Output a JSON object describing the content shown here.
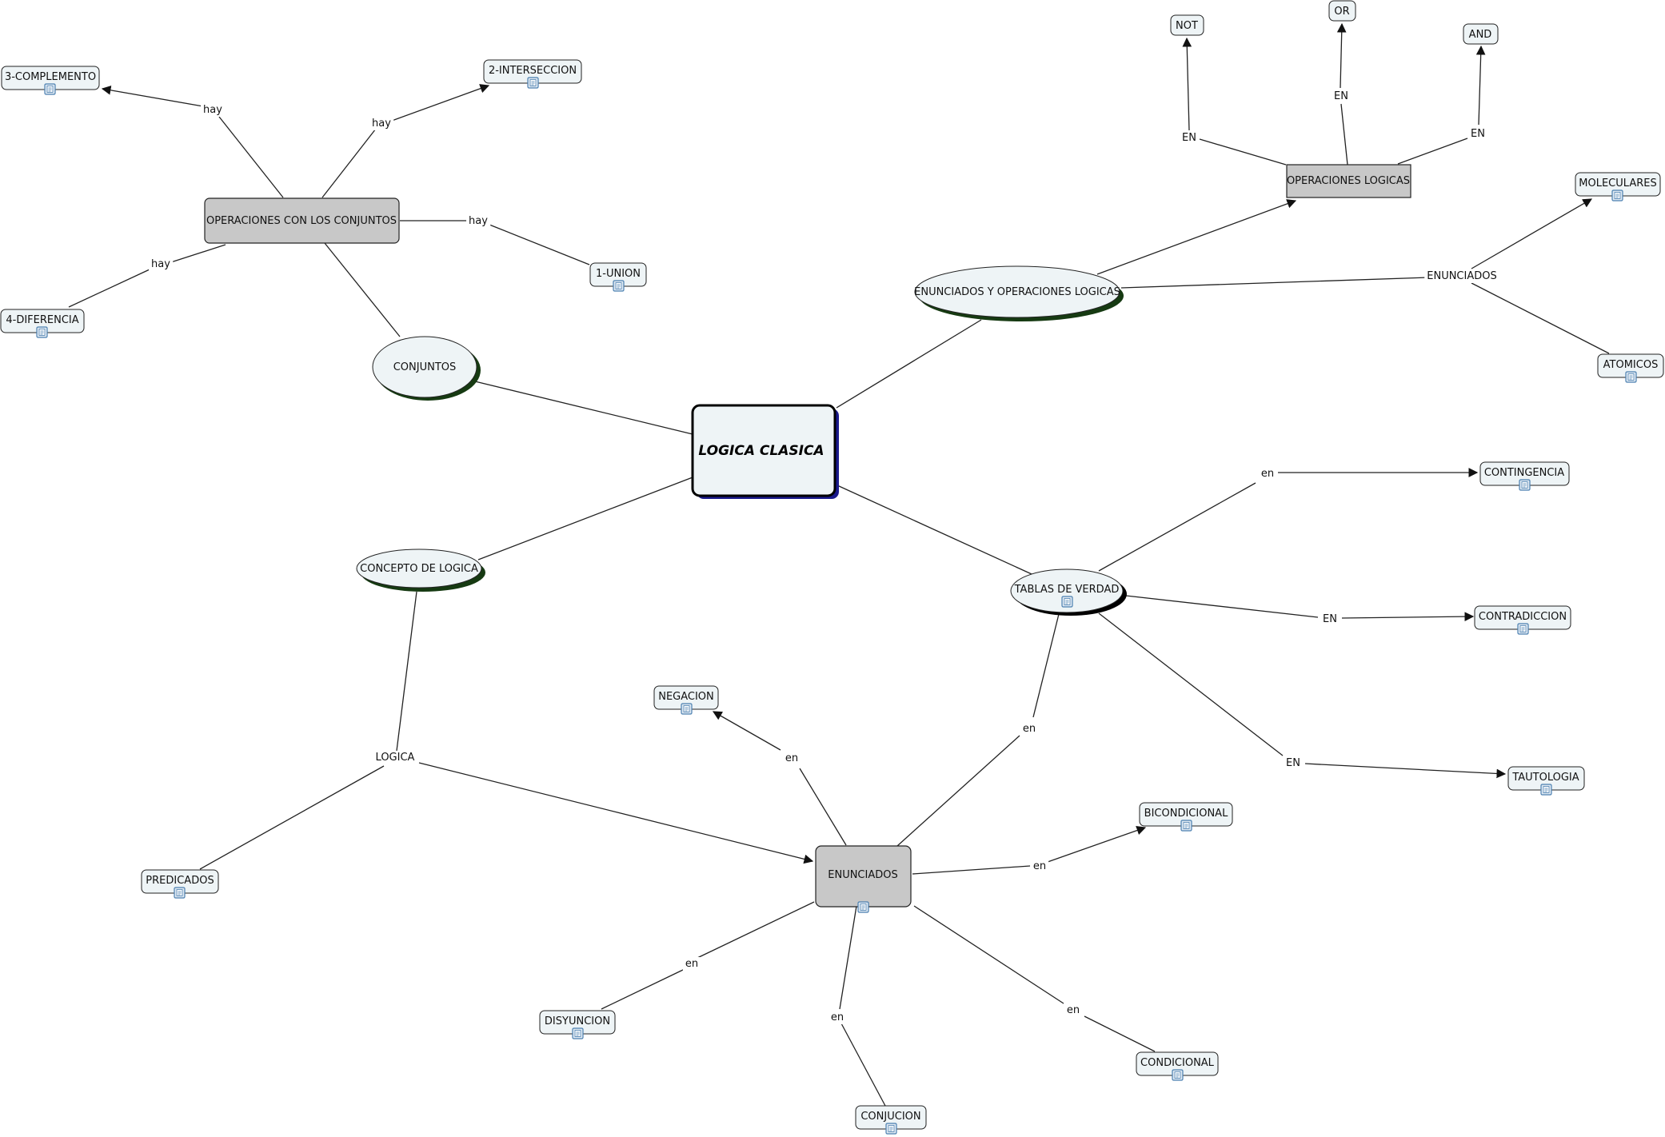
{
  "colors": {
    "node_fill": "#eef4f6",
    "gray_fill": "#c8c8c8",
    "border": "#222222",
    "shadow_green": "#163a12",
    "shadow_blue": "#1a1a8c",
    "line": "#222222",
    "icon": "#4a7fb0"
  },
  "nodes": {
    "logica_clasica": "LOGICA CLASICA",
    "conjuntos": "CONJUNTOS",
    "operaciones_conjuntos": "OPERACIONES CON LOS CONJUNTOS",
    "complemento": "3-COMPLEMENTO",
    "interseccion": "2-INTERSECCION",
    "union": "1-UNION",
    "diferencia": "4-DIFERENCIA",
    "enunciados_operaciones": "ENUNCIADOS Y OPERACIONES LOGICAS",
    "operaciones_logicas": "OPERACIONES LOGICAS",
    "not": "NOT",
    "or": "OR",
    "and": "AND",
    "moleculares": "MOLECULARES",
    "atomicos": "ATOMICOS",
    "concepto_logica": "CONCEPTO DE LOGICA",
    "predicados": "PREDICADOS",
    "enunciados": "ENUNCIADOS",
    "negacion": "NEGACION",
    "bicondicional": "BICONDICIONAL",
    "disyuncion": "DISYUNCION",
    "conjucion": "CONJUCION",
    "condicional": "CONDICIONAL",
    "tablas_verdad": "TABLAS DE VERDAD",
    "contingencia": "CONTINGENCIA",
    "contradiccion": "CONTRADICCION",
    "tautologia": "TAUTOLOGIA"
  },
  "links": {
    "hay_complemento": "hay",
    "hay_interseccion": "hay",
    "hay_union": "hay",
    "hay_diferencia": "hay",
    "en_not": "EN",
    "en_or": "EN",
    "en_and": "EN",
    "enunciados_link": "ENUNCIADOS",
    "logica_link": "LOGICA",
    "en_negacion": "en",
    "en_bicondicional": "en",
    "en_disyuncion": "en",
    "en_conjucion": "en",
    "en_condicional": "en",
    "en_tablas": "en",
    "en_contingencia": "en",
    "en_contradiccion": "EN",
    "en_tautologia": "EN"
  },
  "icons": {
    "resource": "document-icon"
  }
}
